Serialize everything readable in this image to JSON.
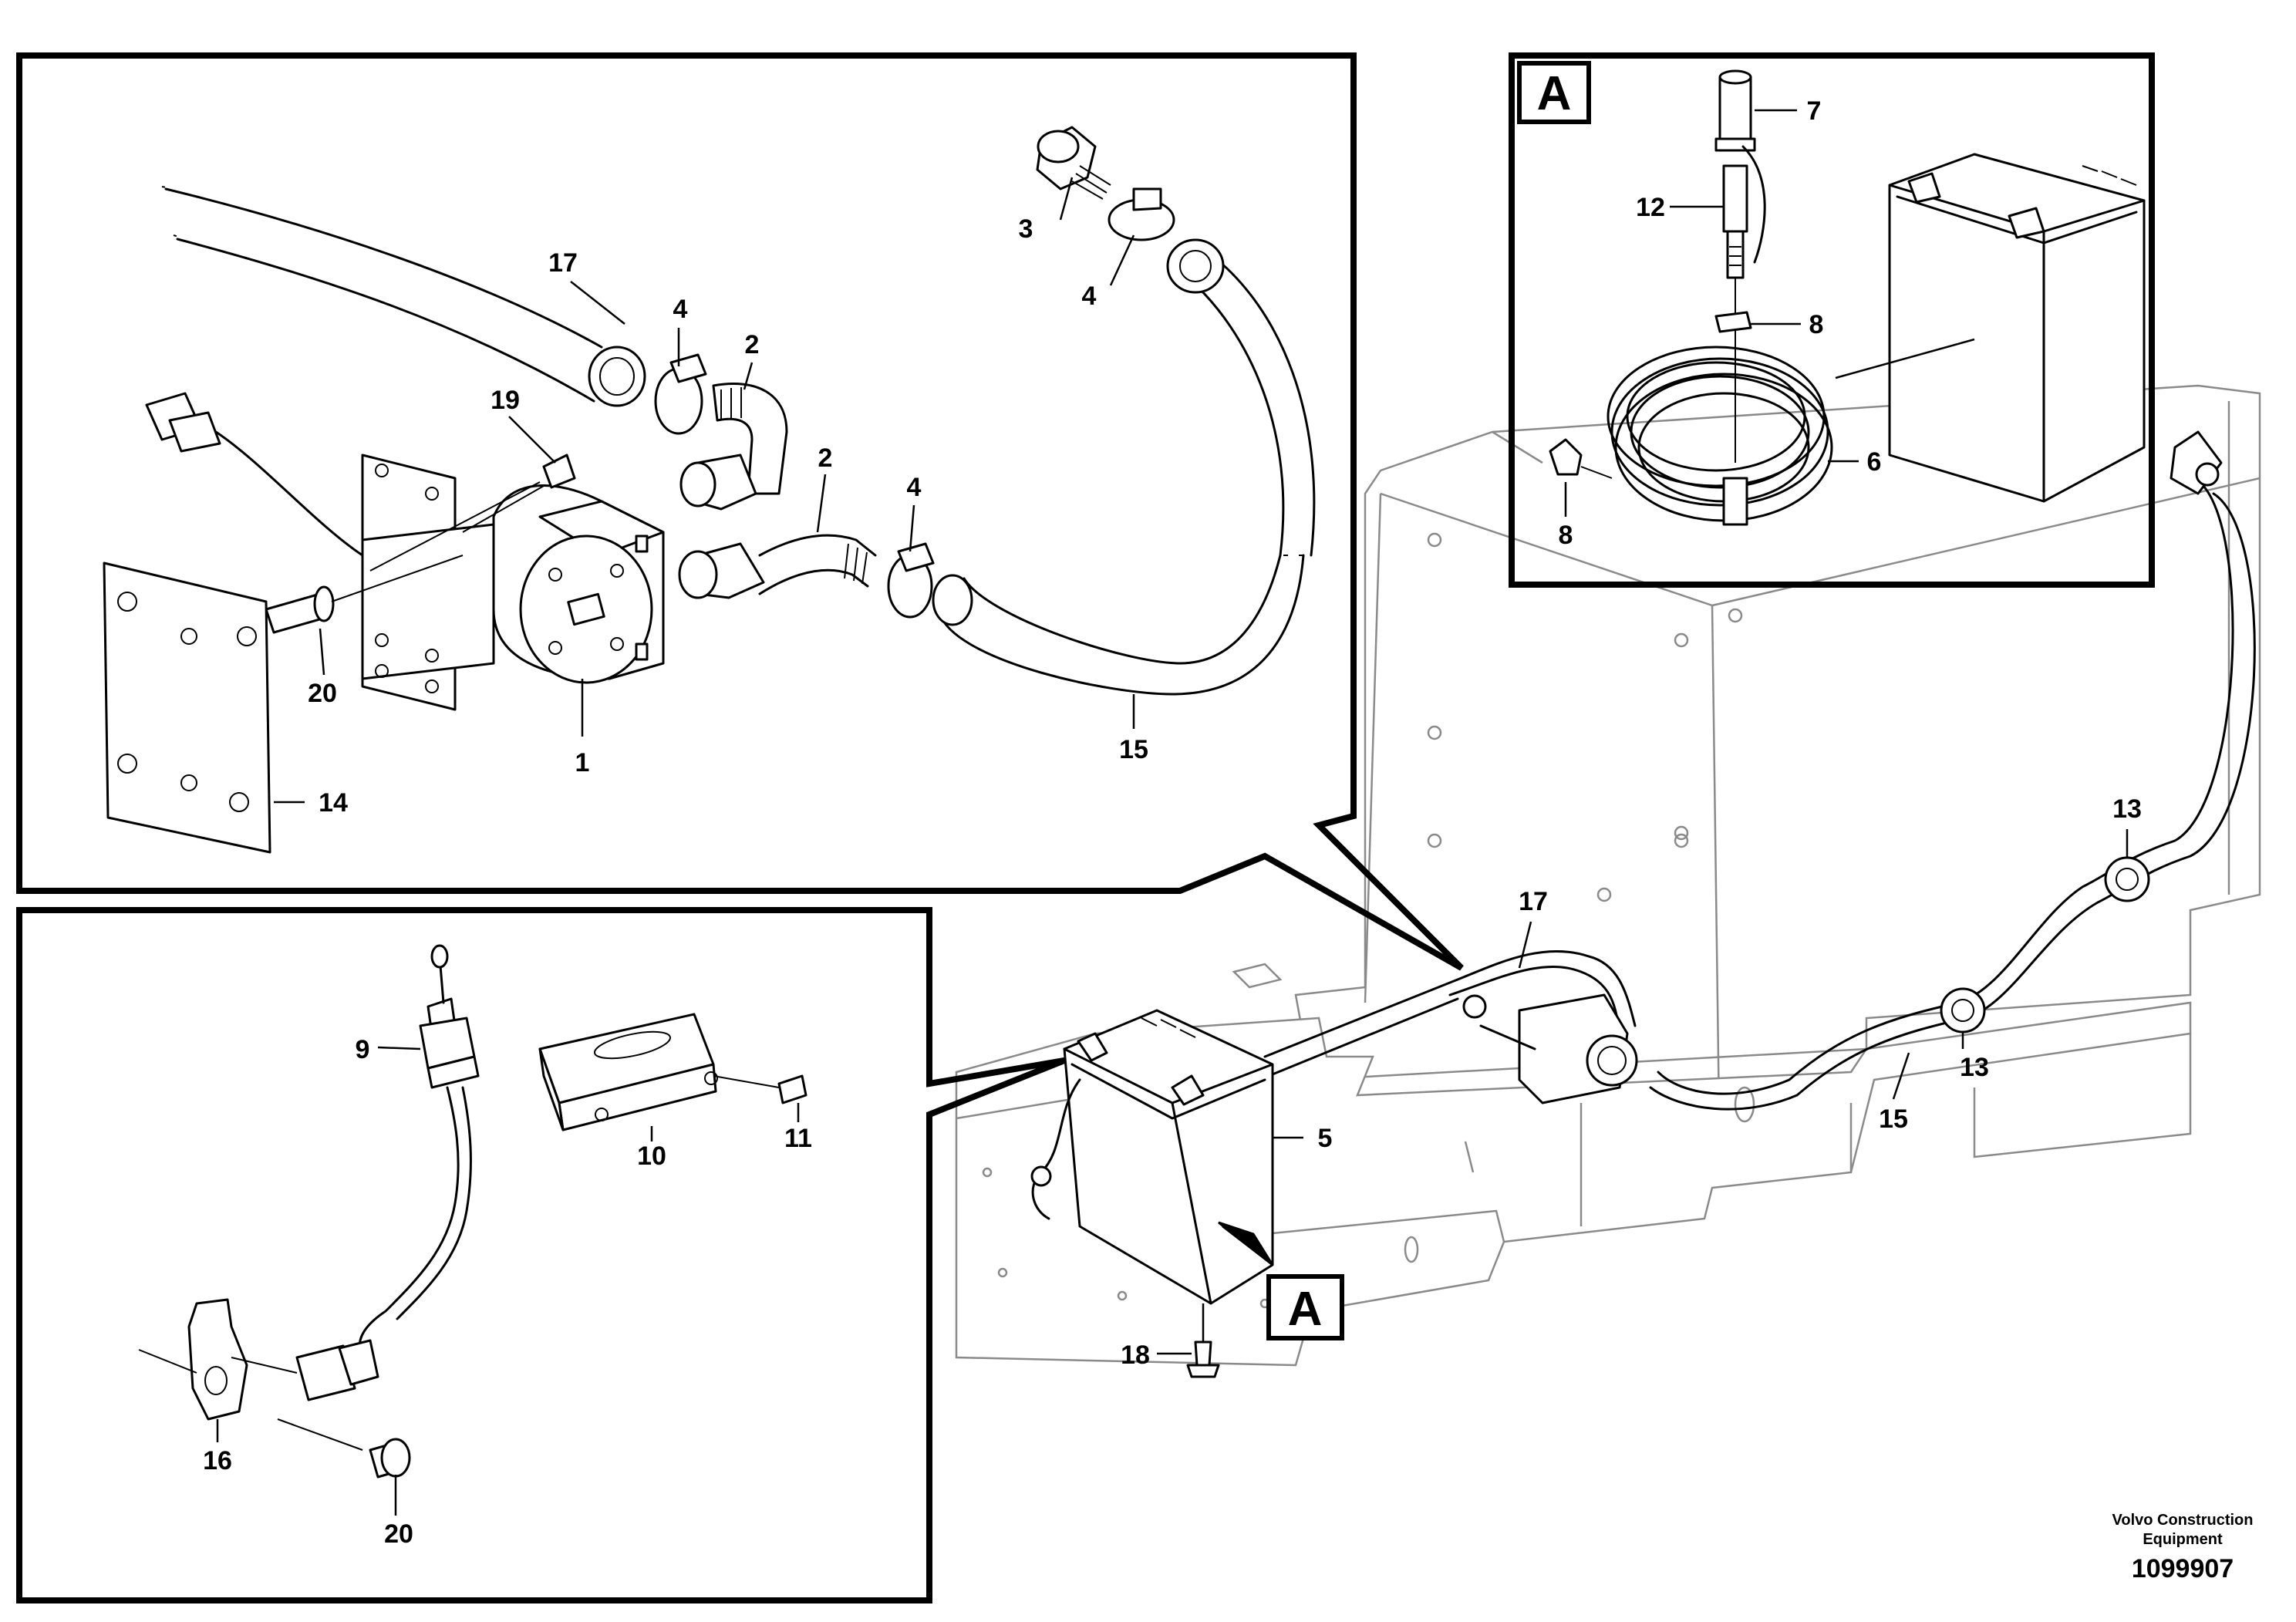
{
  "callouts": {
    "c1": "1",
    "c2a": "2",
    "c2b": "2",
    "c3": "3",
    "c4a": "4",
    "c4b": "4",
    "c4c": "4",
    "c5": "5",
    "c6": "6",
    "c7": "7",
    "c8a": "8",
    "c8b": "8",
    "c9": "9",
    "c10": "10",
    "c11": "11",
    "c12": "12",
    "c13a": "13",
    "c13b": "13",
    "c14": "14",
    "c15a": "15",
    "c15b": "15",
    "c16": "16",
    "c17a": "17",
    "c17b": "17",
    "c18": "18",
    "c19": "19",
    "c20a": "20",
    "c20b": "20"
  },
  "detail_views": {
    "view_a_top": "A",
    "view_a_bottom": "A"
  },
  "credit": {
    "company_line1": "Volvo Construction",
    "company_line2": "Equipment",
    "drawing_number": "1099907"
  }
}
